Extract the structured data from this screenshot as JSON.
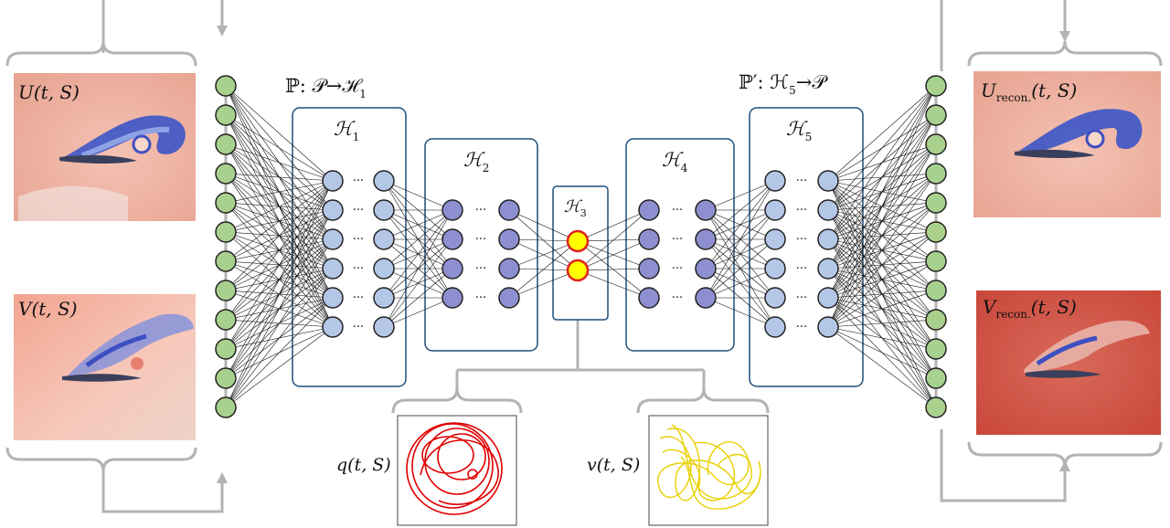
{
  "field_panels": {
    "u_input_label": "U(t, S)",
    "v_input_label": "V(t, S)",
    "u_output_label": "U",
    "u_output_sub": "recon.",
    "u_output_tail": "(t, S)",
    "v_output_label": "V",
    "v_output_sub": "recon.",
    "v_output_tail": "(t, S)"
  },
  "maps": {
    "encoder_map": "ℙ: 𝒫→ℋ",
    "encoder_map_sub": "1",
    "decoder_map": "ℙ′: ℋ",
    "decoder_map_sub": "5",
    "decoder_map_tail": "→𝒫"
  },
  "layers": [
    {
      "name": "ℋ",
      "sub": "1"
    },
    {
      "name": "ℋ",
      "sub": "2"
    },
    {
      "name": "ℋ",
      "sub": "3"
    },
    {
      "name": "ℋ",
      "sub": "4"
    },
    {
      "name": "ℋ",
      "sub": "5"
    }
  ],
  "ellipsis": "···",
  "latent_plots": {
    "q_label": "q(t, S)",
    "v_label": "v(t, S)"
  },
  "colors": {
    "io_node": "#a9d18e",
    "outer_node": "#b4c7e7",
    "inner_node": "#8e8fd0",
    "latent_node": "#ffff00",
    "latent_outline": "#e02020",
    "box_stroke": "#1f4e79",
    "connector": "#b3b3b3",
    "q_trace": "#e00000",
    "v_trace": "#e8d000"
  }
}
